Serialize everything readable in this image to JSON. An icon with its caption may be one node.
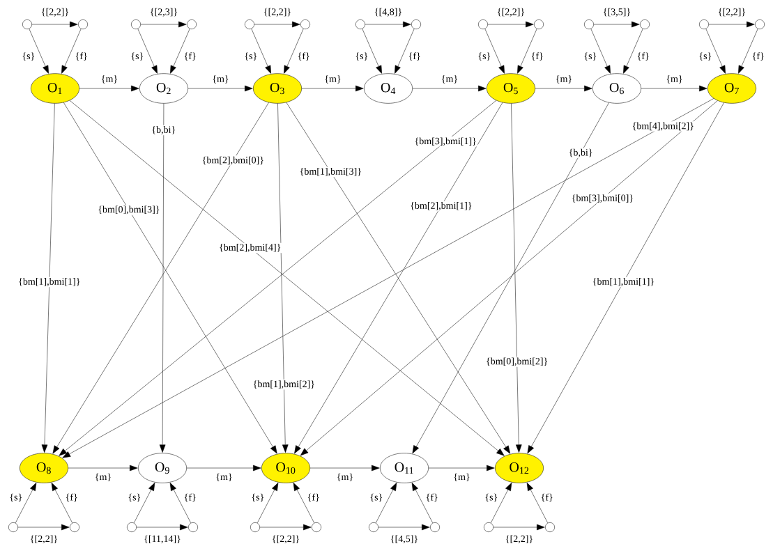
{
  "diagram": {
    "nodes": [
      {
        "text": [
          "O$_{1}$"
        ]
      },
      {
        "text": [
          "O$_{2}$"
        ]
      },
      {
        "text": [
          "O$_{3}$"
        ]
      },
      {
        "text": [
          "O$_{4}$"
        ]
      },
      {
        "text": [
          "O$_{5}$"
        ]
      },
      {
        "text": [
          "O$_{6}$"
        ]
      },
      {
        "text": [
          "O$_{7}$"
        ]
      },
      {
        "text": [
          "O$_{8}$"
        ]
      },
      {
        "text": [
          "O$_{9}$"
        ]
      },
      {
        "text": [
          "O$_{10}$"
        ]
      },
      {
        "text": [
          "O$_{11}$"
        ]
      },
      {
        "text": [
          "O$_{12}$"
        ]
      },
      {
        "text": [],
        "shape": "circle"
      },
      {
        "text": [],
        "shape": "circle"
      },
      {
        "text": [],
        "shape": "circle"
      },
      {
        "text": [],
        "shape": "circle"
      },
      {
        "text": [],
        "shape": "circle"
      },
      {
        "text": [],
        "shape": "circle"
      },
      {
        "text": [],
        "shape": "circle"
      },
      {
        "text": [],
        "shape": "circle"
      },
      {
        "text": [],
        "shape": "circle"
      },
      {
        "text": [],
        "shape": "circle"
      },
      {
        "text": [],
        "shape": "circle"
      },
      {
        "text": [],
        "shape": "circle"
      },
      {
        "text": [],
        "shape": "circle"
      },
      {
        "text": [],
        "shape": "circle"
      },
      {
        "text": [],
        "shape": "circle"
      },
      {
        "text": [],
        "shape": "circle"
      },
      {
        "text": [],
        "shape": "circle"
      },
      {
        "text": [],
        "shape": "circle"
      },
      {
        "text": [],
        "shape": "circle"
      },
      {
        "text": [],
        "shape": "circle"
      },
      {
        "text": [],
        "shape": "circle"
      },
      {
        "text": [],
        "shape": "circle"
      },
      {
        "text": [],
        "shape": "circle"
      },
      {
        "text": [],
        "shape": "circle"
      }
    ],
    "edges": [
      {
        "from": 0,
        "to": 1,
        "arrow": "to",
        "label": "{m}"
      },
      {
        "from": 1,
        "to": 2,
        "arrow": "to",
        "label": "{m}"
      },
      {
        "from": 2,
        "to": 3,
        "arrow": "to",
        "label": "{m}"
      },
      {
        "from": 3,
        "to": 4,
        "arrow": "to",
        "label": "{m}"
      },
      {
        "from": 4,
        "to": 5,
        "arrow": "to",
        "label": "{m}"
      },
      {
        "from": 5,
        "to": 6,
        "arrow": "to",
        "label": "{m}"
      },
      {
        "from": 7,
        "to": 8,
        "arrow": "to",
        "label": "{m}"
      },
      {
        "from": 8,
        "to": 9,
        "arrow": "to",
        "label": "{m}"
      },
      {
        "from": 9,
        "to": 10,
        "arrow": "to",
        "label": "{m}"
      },
      {
        "from": 10,
        "to": 11,
        "arrow": "to",
        "label": "{m}"
      },
      {
        "from": 0,
        "to": 7,
        "arrow": "to",
        "label": "{bm[1],bmi[1]}"
      },
      {
        "from": 0,
        "to": 9,
        "arrow": "to",
        "label": "{bm[0],bmi[3]}"
      },
      {
        "from": 0,
        "to": 11,
        "arrow": "to",
        "label": "{bm[2],bmi[4]}"
      },
      {
        "from": 1,
        "to": 8,
        "arrow": "to",
        "label": "{b,bi}"
      },
      {
        "from": 2,
        "to": 7,
        "arrow": "to",
        "label": "{bm[2],bmi[0]}"
      },
      {
        "from": 2,
        "to": 9,
        "arrow": "to",
        "label": "{bm[1],bmi[2]}"
      },
      {
        "from": 2,
        "to": 11,
        "arrow": "to",
        "label": "{bm[1],bmi[3]}"
      },
      {
        "from": 4,
        "to": 7,
        "arrow": "to",
        "label": "{bm[3],bmi[1]}"
      },
      {
        "from": 4,
        "to": 9,
        "arrow": "to",
        "label": "{bm[2],bmi[1]}"
      },
      {
        "from": 4,
        "to": 11,
        "arrow": "to",
        "label": "{bm[0],bmi[2]}"
      },
      {
        "from": 5,
        "to": 10,
        "arrow": "to",
        "label": "{b,bi}"
      },
      {
        "from": 6,
        "to": 7,
        "arrow": "to",
        "label": "{bm[4],bmi[2]}"
      },
      {
        "from": 6,
        "to": 9,
        "arrow": "to",
        "label": "{bm[3],bmi[0]}"
      },
      {
        "from": 6,
        "to": 11,
        "arrow": "to",
        "label": "{bm[1],bmi[1]}"
      },
      {
        "from": 12,
        "to": 13,
        "arrow": "to",
        "label": "{[2,2]}"
      },
      {
        "from": 12,
        "to": 0,
        "arrow": "to",
        "label": "{s}"
      },
      {
        "from": 13,
        "to": 0,
        "arrow": "to",
        "label": "{f}"
      },
      {
        "from": 14,
        "to": 15,
        "arrow": "to",
        "label": "{[2,3]}"
      },
      {
        "from": 14,
        "to": 1,
        "arrow": "to",
        "label": "{s}"
      },
      {
        "from": 15,
        "to": 1,
        "arrow": "to",
        "label": "{f}"
      },
      {
        "from": 16,
        "to": 17,
        "arrow": "to",
        "label": "{[2,2]}"
      },
      {
        "from": 16,
        "to": 2,
        "arrow": "to",
        "label": "{s}"
      },
      {
        "from": 17,
        "to": 2,
        "arrow": "to",
        "label": "{f}"
      },
      {
        "from": 18,
        "to": 19,
        "arrow": "to",
        "label": "{[4,8]}"
      },
      {
        "from": 18,
        "to": 3,
        "arrow": "to",
        "label": "{s}"
      },
      {
        "from": 19,
        "to": 3,
        "arrow": "to",
        "label": "{f}"
      },
      {
        "from": 20,
        "to": 21,
        "arrow": "to",
        "label": "{[2,2]}"
      },
      {
        "from": 20,
        "to": 4,
        "arrow": "to",
        "label": "{s}"
      },
      {
        "from": 21,
        "to": 4,
        "arrow": "to",
        "label": "{f}"
      },
      {
        "from": 22,
        "to": 23,
        "arrow": "to",
        "label": "{[3,5]}"
      },
      {
        "from": 22,
        "to": 5,
        "arrow": "to",
        "label": "{s}"
      },
      {
        "from": 23,
        "to": 5,
        "arrow": "to",
        "label": "{f}"
      },
      {
        "from": 24,
        "to": 25,
        "arrow": "to",
        "label": "{[2,2]}"
      },
      {
        "from": 24,
        "to": 6,
        "arrow": "to",
        "label": "{s}"
      },
      {
        "from": 25,
        "to": 6,
        "arrow": "to",
        "label": "{f}"
      },
      {
        "from": 26,
        "to": 27,
        "arrow": "to",
        "label": "{[2,2]}"
      },
      {
        "from": 26,
        "to": 7,
        "arrow": "to",
        "label": "{s}"
      },
      {
        "from": 27,
        "to": 7,
        "arrow": "to",
        "label": "{f}"
      },
      {
        "from": 28,
        "to": 29,
        "arrow": "to",
        "label": "{[11,14]}"
      },
      {
        "from": 28,
        "to": 8,
        "arrow": "to",
        "label": "{s}"
      },
      {
        "from": 29,
        "to": 8,
        "arrow": "to",
        "label": "{f}"
      },
      {
        "from": 30,
        "to": 31,
        "arrow": "to",
        "label": "{[2,2]}"
      },
      {
        "from": 30,
        "to": 9,
        "arrow": "to",
        "label": "{s}"
      },
      {
        "from": 31,
        "to": 9,
        "arrow": "to",
        "label": "{f}"
      },
      {
        "from": 32,
        "to": 33,
        "arrow": "to",
        "label": "{[4,5]}"
      },
      {
        "from": 32,
        "to": 10,
        "arrow": "to",
        "label": "{s}"
      },
      {
        "from": 33,
        "to": 10,
        "arrow": "to",
        "label": "{f}"
      },
      {
        "from": 34,
        "to": 35,
        "arrow": "to",
        "label": "{[2,2]}"
      },
      {
        "from": 34,
        "to": 11,
        "arrow": "to",
        "label": "{s}"
      },
      {
        "from": 35,
        "to": 11,
        "arrow": "to",
        "label": "{f}"
      }
    ]
  }
}
